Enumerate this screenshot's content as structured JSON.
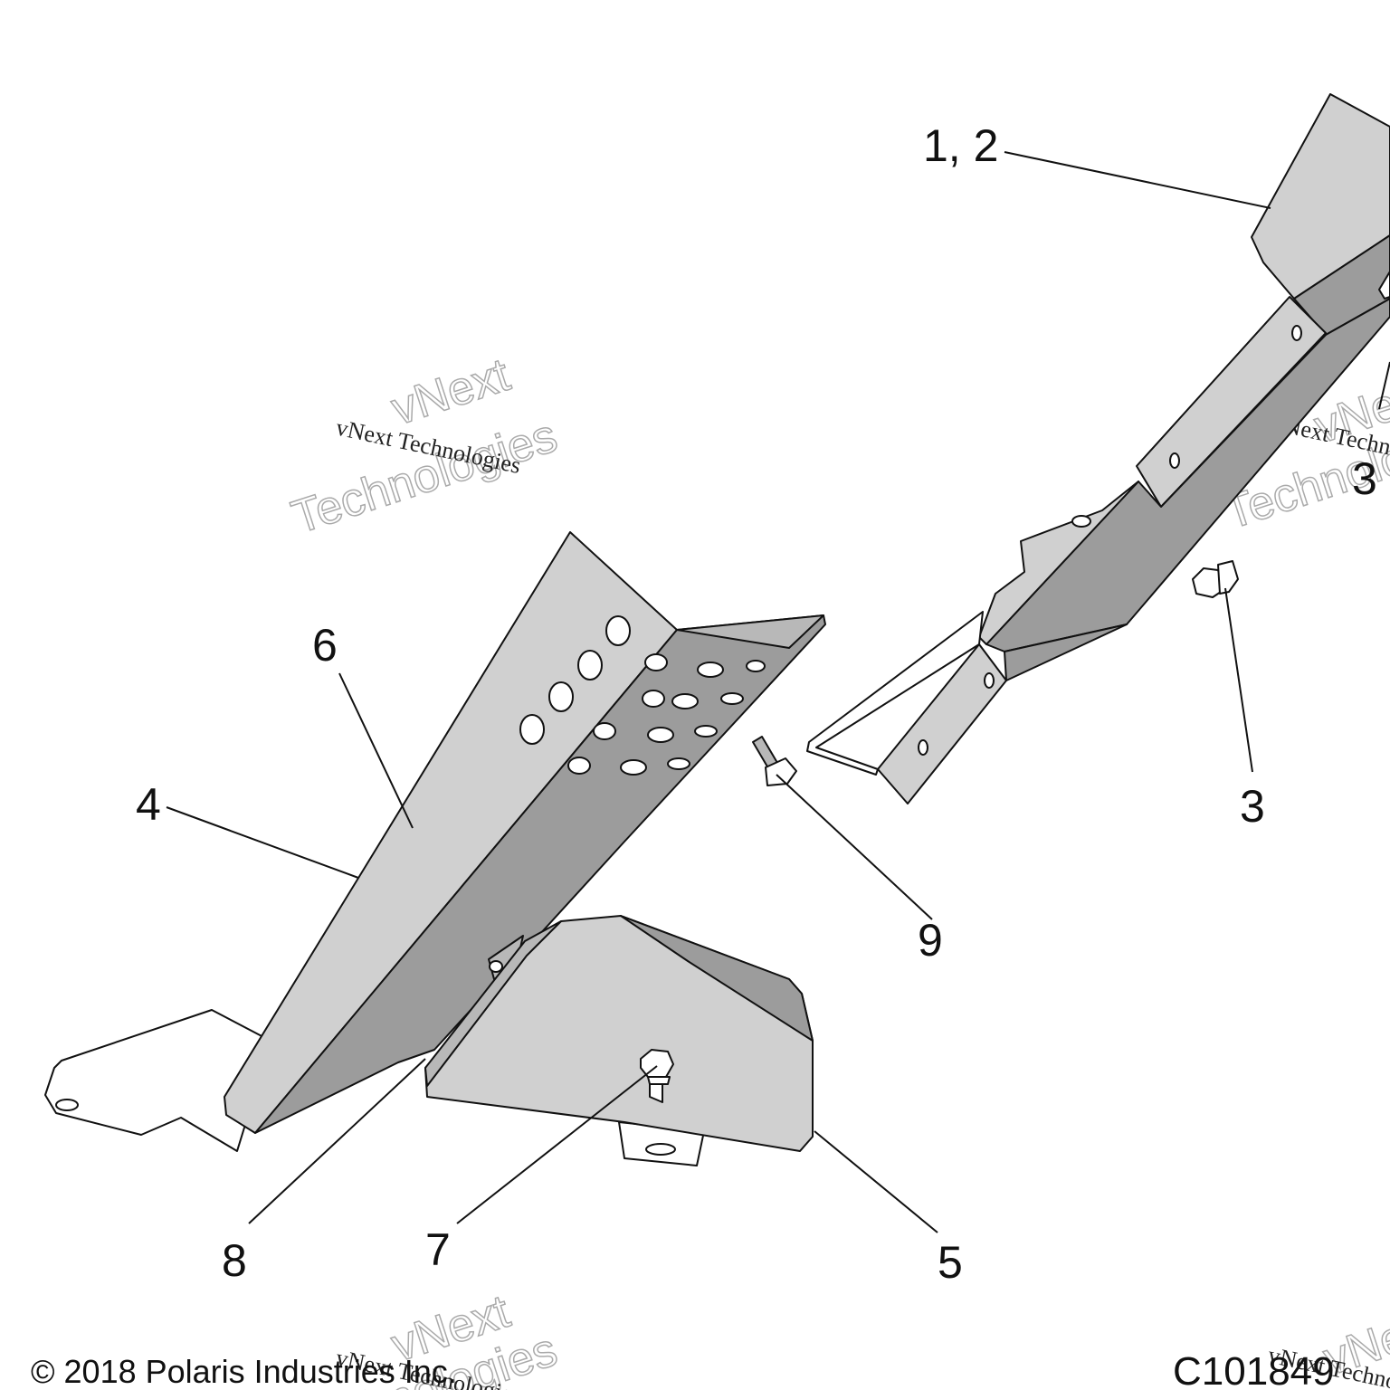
{
  "callouts": {
    "c12": "1, 2",
    "c3a": "3",
    "c3b": "3",
    "c4": "4",
    "c5": "5",
    "c6": "6",
    "c7": "7",
    "c8": "8",
    "c9": "9"
  },
  "watermark": {
    "line1": "vNext",
    "line2": "Technologies",
    "small": "vNext Technologies"
  },
  "footer": {
    "copyright": "© 2018 Polaris Industries Inc.",
    "code": "C101849"
  }
}
